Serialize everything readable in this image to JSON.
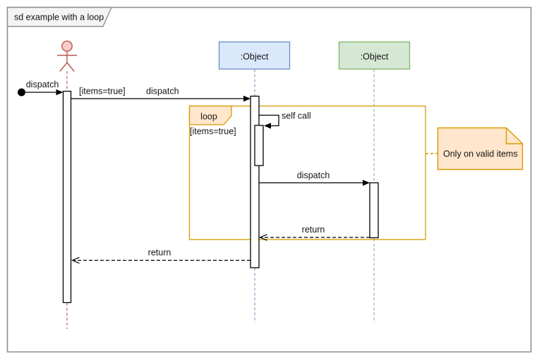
{
  "frame": {
    "title": "sd example with a loop"
  },
  "lifelines": [
    {
      "id": "user",
      "kind": "actor",
      "label": ""
    },
    {
      "id": "object1",
      "kind": "object",
      "label": ":Object"
    },
    {
      "id": "object2",
      "kind": "object",
      "label": ":Object"
    }
  ],
  "fragment": {
    "operator": "loop",
    "guard": "[items=true]"
  },
  "messages": [
    {
      "label": "dispatch",
      "from": "start-node",
      "to": "user",
      "line": "solid"
    },
    {
      "guard": "[items=true]",
      "label": "dispatch",
      "from": "user",
      "to": "object1",
      "line": "solid"
    },
    {
      "label": "self call",
      "from": "object1",
      "to": "object1",
      "line": "solid"
    },
    {
      "label": "dispatch",
      "from": "object1",
      "to": "object2",
      "line": "solid"
    },
    {
      "label": "return",
      "from": "object2",
      "to": "object1",
      "line": "dashed"
    },
    {
      "label": "return",
      "from": "object1",
      "to": "user",
      "line": "dashed"
    }
  ],
  "note": {
    "text": "Only on valid items"
  },
  "colors": {
    "frame_border": "#8f8f8f",
    "tab_fill": "#f4f4f4",
    "actor_stroke": "#b85450",
    "actor_head_fill": "#f8cecc",
    "actor_lifeline": "#c0625e",
    "object1_fill": "#dae8fc",
    "object1_stroke": "#6c8ebf",
    "object2_fill": "#d5e8d4",
    "object2_stroke": "#82b366",
    "fragment_stroke": "#d79b00",
    "fragment_label_fill": "#ffe6cc",
    "note_fill": "#ffe6cc",
    "note_stroke": "#d79b00",
    "message_color": "#000000",
    "background": "#ffffff"
  }
}
